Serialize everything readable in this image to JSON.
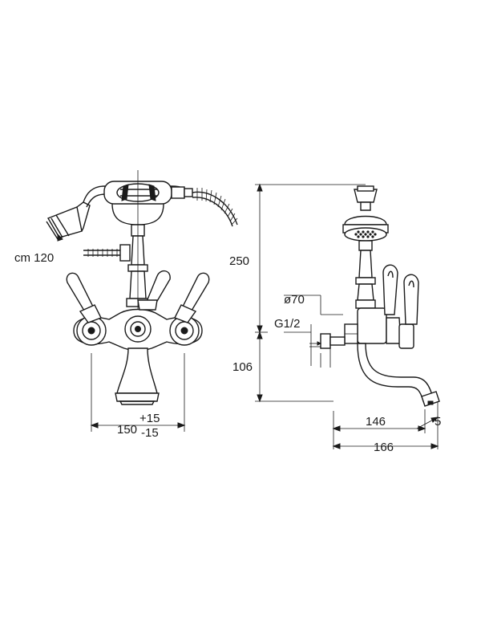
{
  "front_view": {
    "hose_label": "cm 120",
    "width_dim": "150",
    "tol_plus": "+15",
    "tol_minus": "-15"
  },
  "side_view": {
    "height_total": "250",
    "height_spout": "106",
    "diameter": "ø70",
    "thread": "G1/2",
    "projection_146": "146",
    "projection_166": "166",
    "offset_5": "5"
  },
  "colors": {
    "line": "#1a1a1a",
    "background": "#ffffff"
  }
}
